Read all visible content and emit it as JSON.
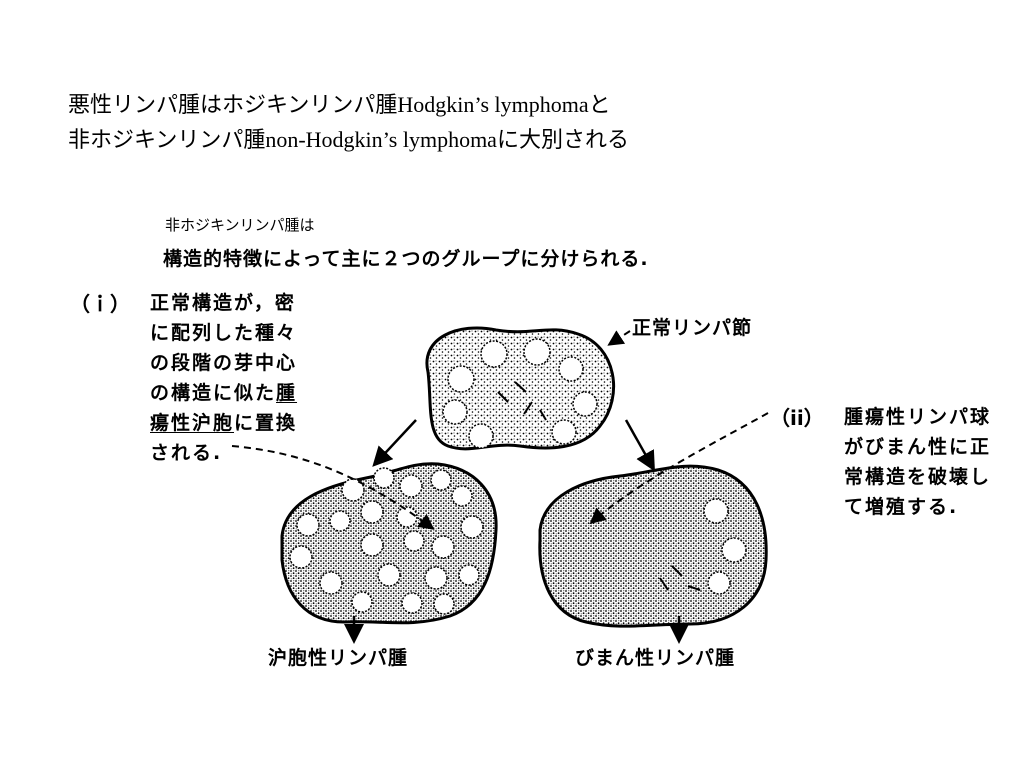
{
  "title": {
    "line1_a": "悪性リンパ腫はホジキンリンパ腫",
    "line1_b": "Hodgkin’s lymphoma",
    "line1_c": "と",
    "line2_a": "非ホジキンリンパ腫",
    "line2_b": "non-Hodgkin’s lymphoma",
    "line2_c": "に大別される"
  },
  "intro": {
    "line1": "非ホジキンリンパ腫は",
    "line2": "構造的特徴によって主に２つのグループに分けられる."
  },
  "nodes": {
    "normal_label": "正常リンパ節",
    "follicular_label": "沪胞性リンパ腫",
    "diffuse_label": "びまん性リンパ腫"
  },
  "case_i": {
    "marker": "（ｉ）",
    "line1": "正常構造が，密",
    "line2": "に配列した種々",
    "line3": "の段階の芽中心",
    "line4_a": "の構造に似た",
    "line4_b": "腫",
    "line5_a": "瘍性沪胞",
    "line5_b": "に置換",
    "line6": "される."
  },
  "case_ii": {
    "marker": "（ii）",
    "line1": "腫瘍性リンパ球",
    "line2": "がびまん性に正",
    "line3": "常構造を破壊し",
    "line4": "て増殖する."
  }
}
